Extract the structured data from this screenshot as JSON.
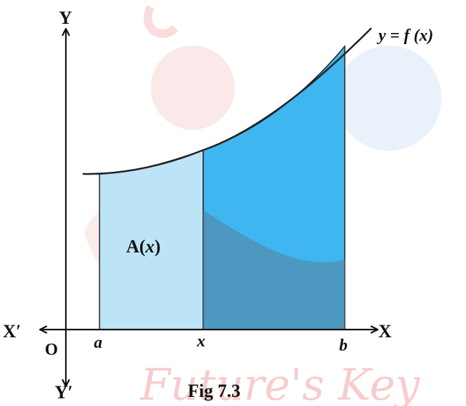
{
  "labels": {
    "y_axis": "Y",
    "y_axis_neg": "Y′",
    "x_axis": "X",
    "x_axis_neg": "X′",
    "origin": "O",
    "a": "a",
    "x": "x",
    "b": "b",
    "curve": "y = f (x)",
    "area_prefix": "A(",
    "area_var": "x",
    "area_suffix": ")",
    "caption": "Fig 7.3"
  },
  "watermark": {
    "text": "Future's Key",
    "color": "#f2a3a3"
  },
  "colors": {
    "light_fill": "#bde3f7",
    "dark_fill": "#3fb6ef",
    "axis": "#111111",
    "curve": "#222222"
  }
}
